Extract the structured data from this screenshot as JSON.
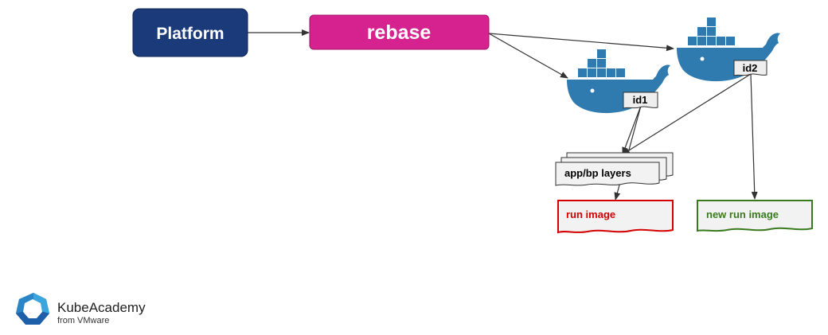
{
  "nodes": {
    "platform": {
      "label": "Platform",
      "color": "#1a3a7a"
    },
    "rebase": {
      "label": "rebase",
      "color": "#d6228f"
    },
    "image_id1": {
      "label": "id1"
    },
    "image_id2": {
      "label": "id2"
    },
    "layers": {
      "label": "app/bp layers"
    },
    "run_image": {
      "label": "run image",
      "color": "#d40000"
    },
    "new_run_image": {
      "label": "new run image",
      "color": "#3a7a1e"
    }
  },
  "icons": {
    "whale": "docker-whale-icon",
    "logo": "kubeacademy-logo-icon"
  },
  "colors": {
    "whale": "#2f7bb0",
    "arrow": "#333333",
    "logo_dark": "#1d5fa8",
    "logo_light": "#3aa6dd"
  },
  "logo": {
    "title": "KubeAcademy",
    "subtitle": "from VMware"
  }
}
